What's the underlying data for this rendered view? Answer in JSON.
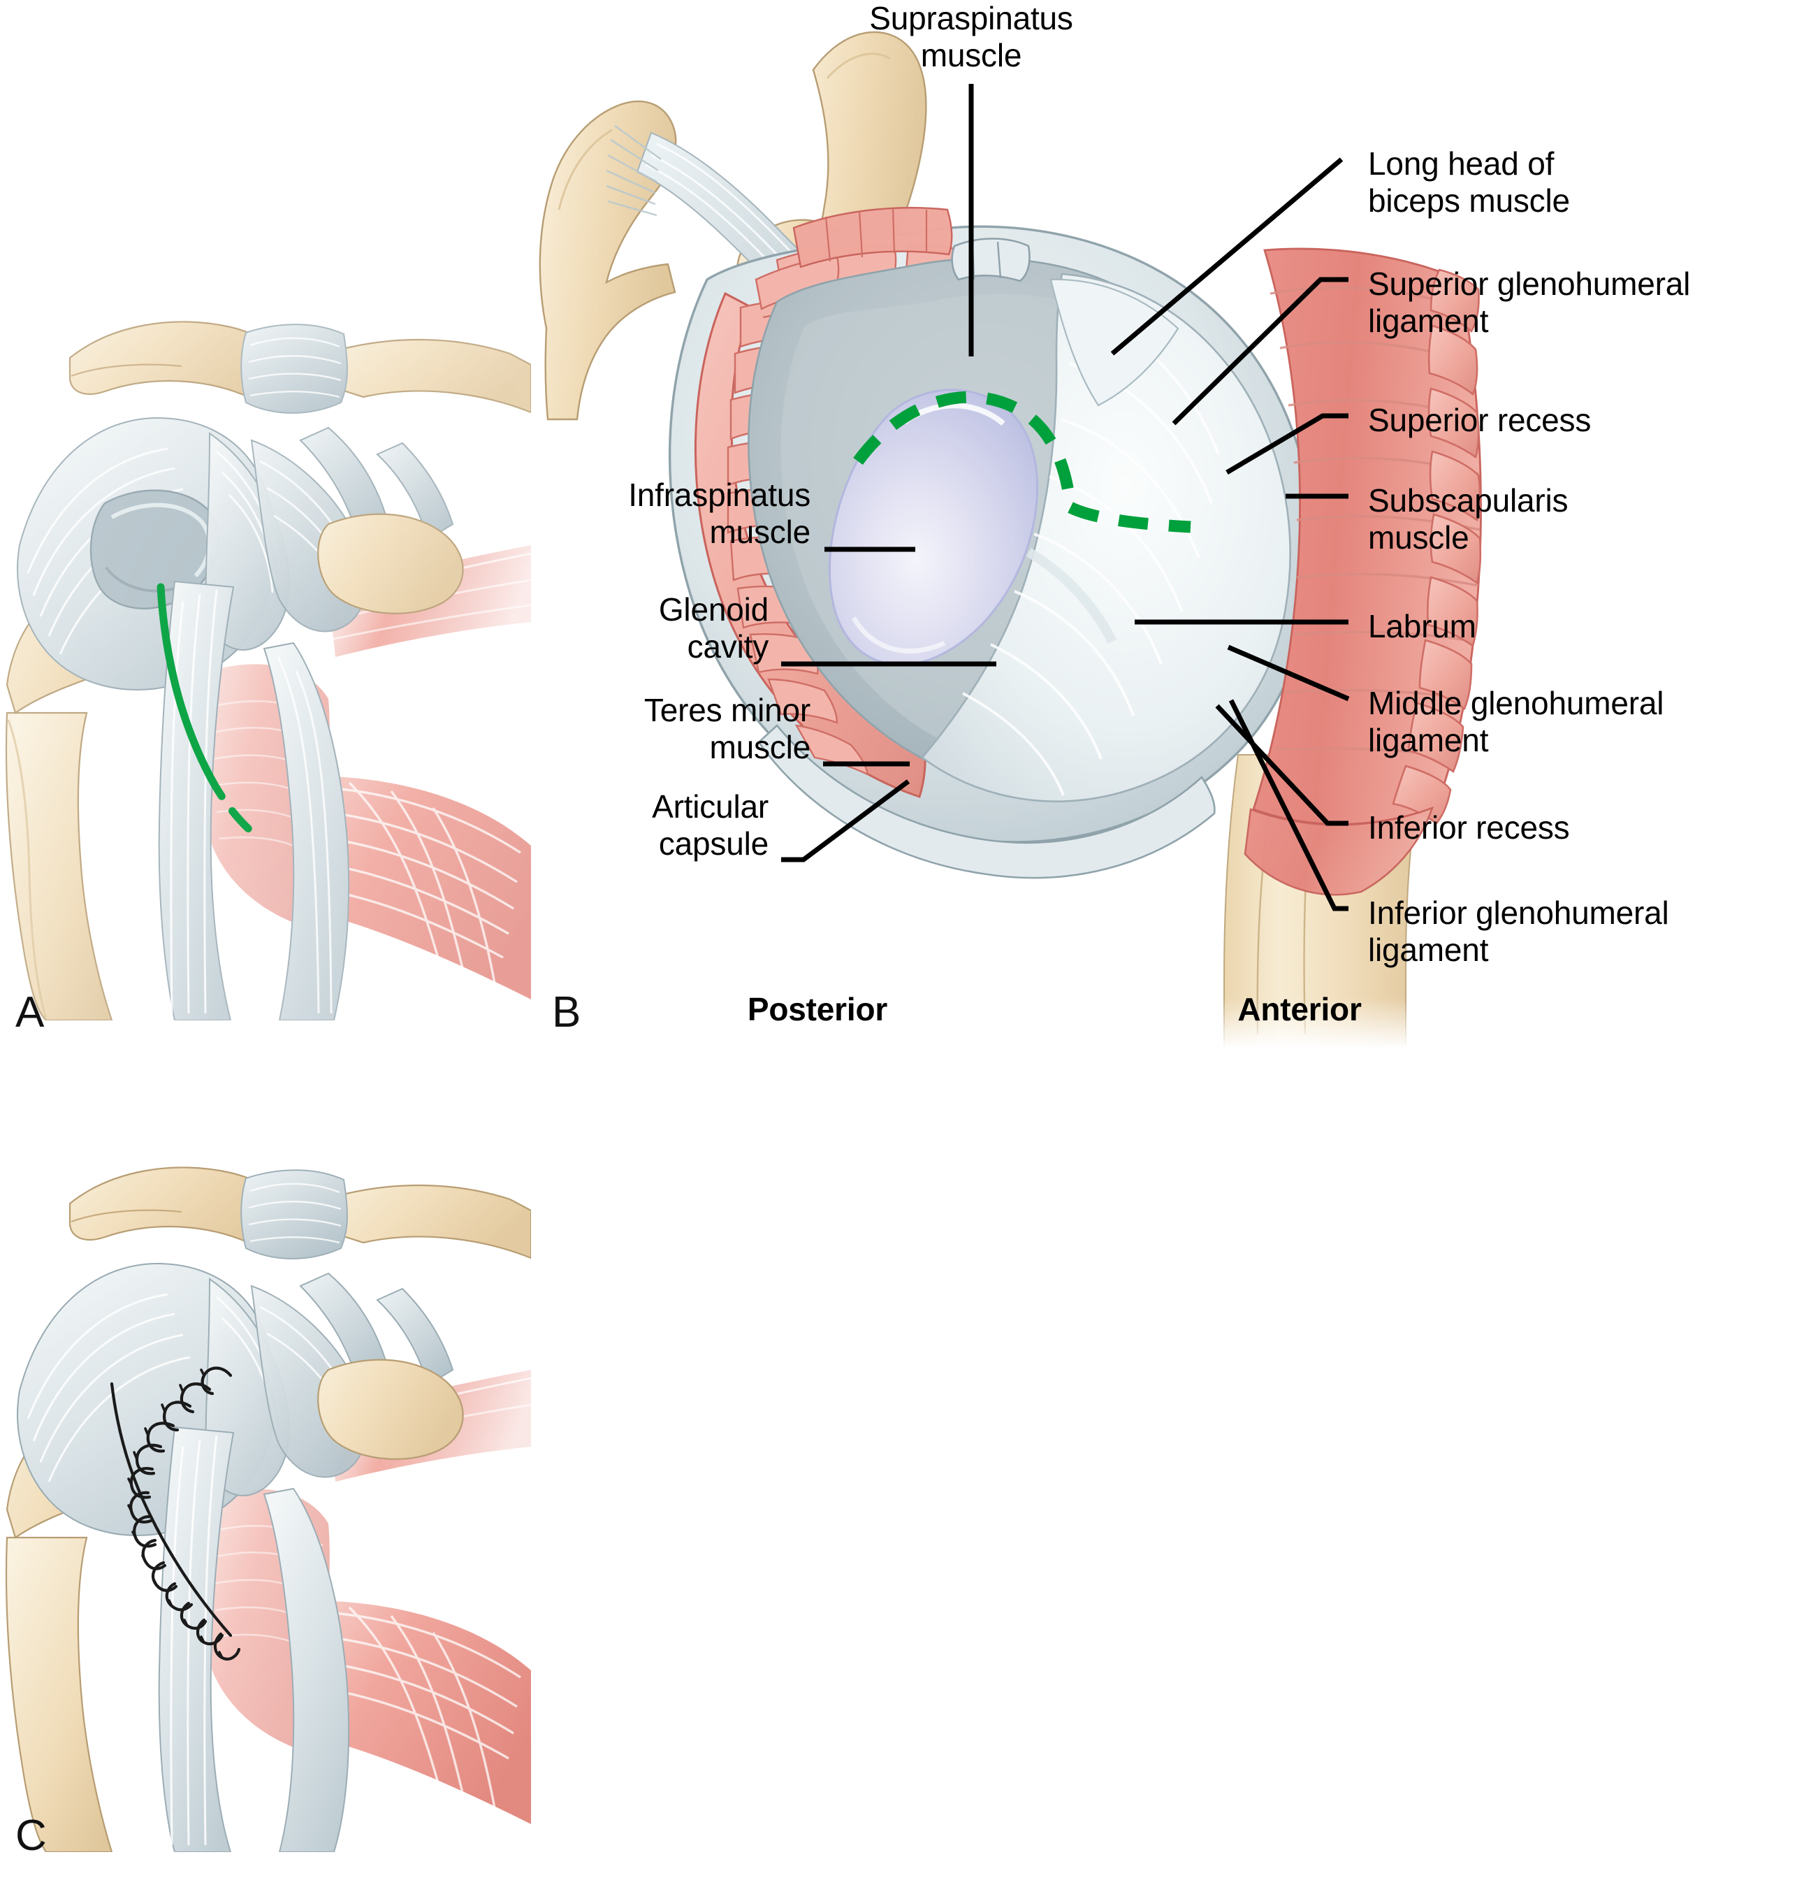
{
  "figure": {
    "title": "Shoulder joint — surgical exposure, glenohumeral anatomy and repair",
    "background": "#ffffff"
  },
  "palette": {
    "bone": "#f0dcba",
    "bone_light": "#f7ebd4",
    "bone_shadow": "#ddc49c",
    "bone_outline": "#b79d73",
    "capsule": "#ccd6da",
    "capsule_light": "#e6edef",
    "capsule_dark": "#a9b8bf",
    "capsule_outline": "#8fa1aa",
    "muscle_pink": "#f0a89d",
    "muscle_deep": "#dd8179",
    "muscle_outline": "#c9645d",
    "muscle_red": "#e8897f",
    "glenoid_cavity": "#c6c9e6",
    "glenoid_cavity_light": "#f1f1fa",
    "incision_green": "#00a03c",
    "leader_black": "#000000",
    "suture_black": "#1a1a1a"
  },
  "panels": {
    "a": {
      "letter": "A",
      "name": "anterior-shoulder-incision"
    },
    "b": {
      "letter": "B",
      "name": "glenoid-cross-section"
    },
    "c": {
      "letter": "C",
      "name": "shoulder-after-repair"
    }
  },
  "panel_b": {
    "top_label": "Supraspinatus\nmuscle",
    "orientation": {
      "posterior": "Posterior",
      "anterior": "Anterior"
    },
    "labels_left": [
      {
        "id": "infraspinatus",
        "text": "Infraspinatus\nmuscle"
      },
      {
        "id": "glenoid-cavity",
        "text": "Glenoid\ncavity"
      },
      {
        "id": "teres-minor",
        "text": "Teres minor\nmuscle"
      },
      {
        "id": "articular-capsule",
        "text": "Articular\ncapsule"
      }
    ],
    "labels_right": [
      {
        "id": "long-head-biceps",
        "text": "Long head of\nbiceps muscle"
      },
      {
        "id": "superior-ghl",
        "text": "Superior glenohumeral\nligament"
      },
      {
        "id": "superior-recess",
        "text": "Superior recess"
      },
      {
        "id": "subscapularis",
        "text": "Subscapularis\nmuscle"
      },
      {
        "id": "labrum",
        "text": "Labrum"
      },
      {
        "id": "middle-ghl",
        "text": "Middle glenohumeral\nligament"
      },
      {
        "id": "inferior-recess",
        "text": "Inferior recess"
      },
      {
        "id": "inferior-ghl",
        "text": "Inferior glenohumeral\nligament"
      }
    ]
  }
}
